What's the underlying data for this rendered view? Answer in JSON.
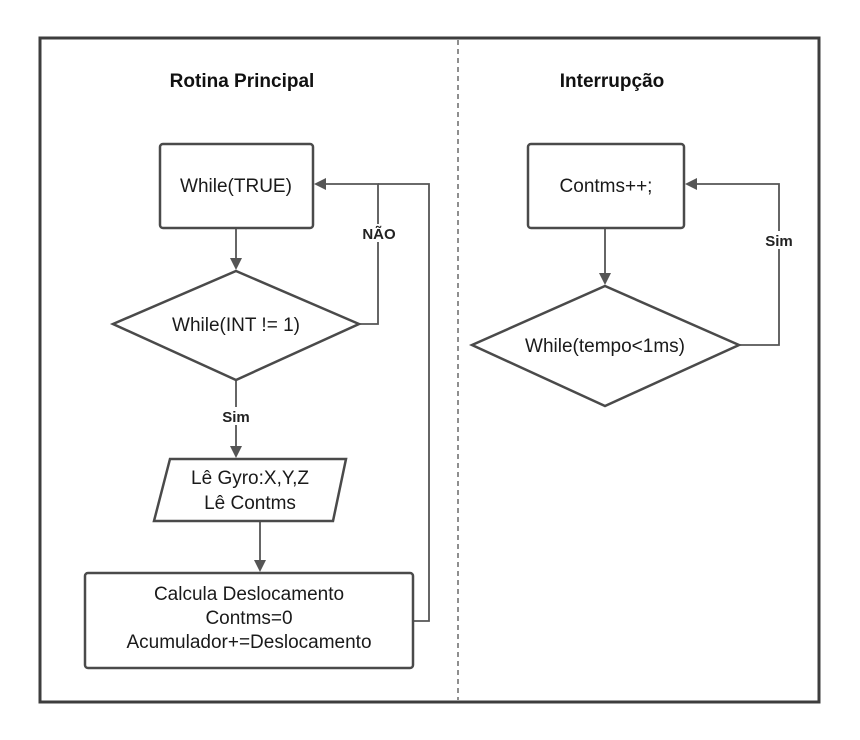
{
  "panels": {
    "left": {
      "title": "Rotina Principal"
    },
    "right": {
      "title": "Interrupção"
    }
  },
  "nodes": {
    "while_true": "While(TRUE)",
    "while_int": "While(INT != 1)",
    "read_gyro": {
      "line1": "Lê Gyro:X,Y,Z",
      "line2": "Lê Contms"
    },
    "calc": {
      "line1": "Calcula Deslocamento",
      "line2": "Contms=0",
      "line3": "Acumulador+=Deslocamento"
    },
    "contms_inc": "Contms++;",
    "while_tempo": "While(tempo<1ms)"
  },
  "edge_labels": {
    "nao": "NÃO",
    "sim_left": "Sim",
    "sim_right": "Sim"
  }
}
